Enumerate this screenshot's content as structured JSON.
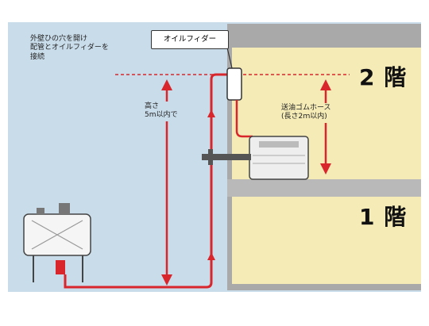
{
  "labels": {
    "outer_wall_note": "外壁ひの穴を開け\n配管とオイルフィダーを\n接続",
    "oil_feeder": "オイルフィダー",
    "height_limit": "高さ\n5m以内で",
    "rubber_hose": "送油ゴムホース\n(長さ2ｍ以内)",
    "floor2": "2 階",
    "floor1": "1 階"
  },
  "colors": {
    "pipe": "#d8262c",
    "sky": "#c9dcea",
    "floor": "#f4ebb7",
    "wall": "#a9a9a9"
  }
}
